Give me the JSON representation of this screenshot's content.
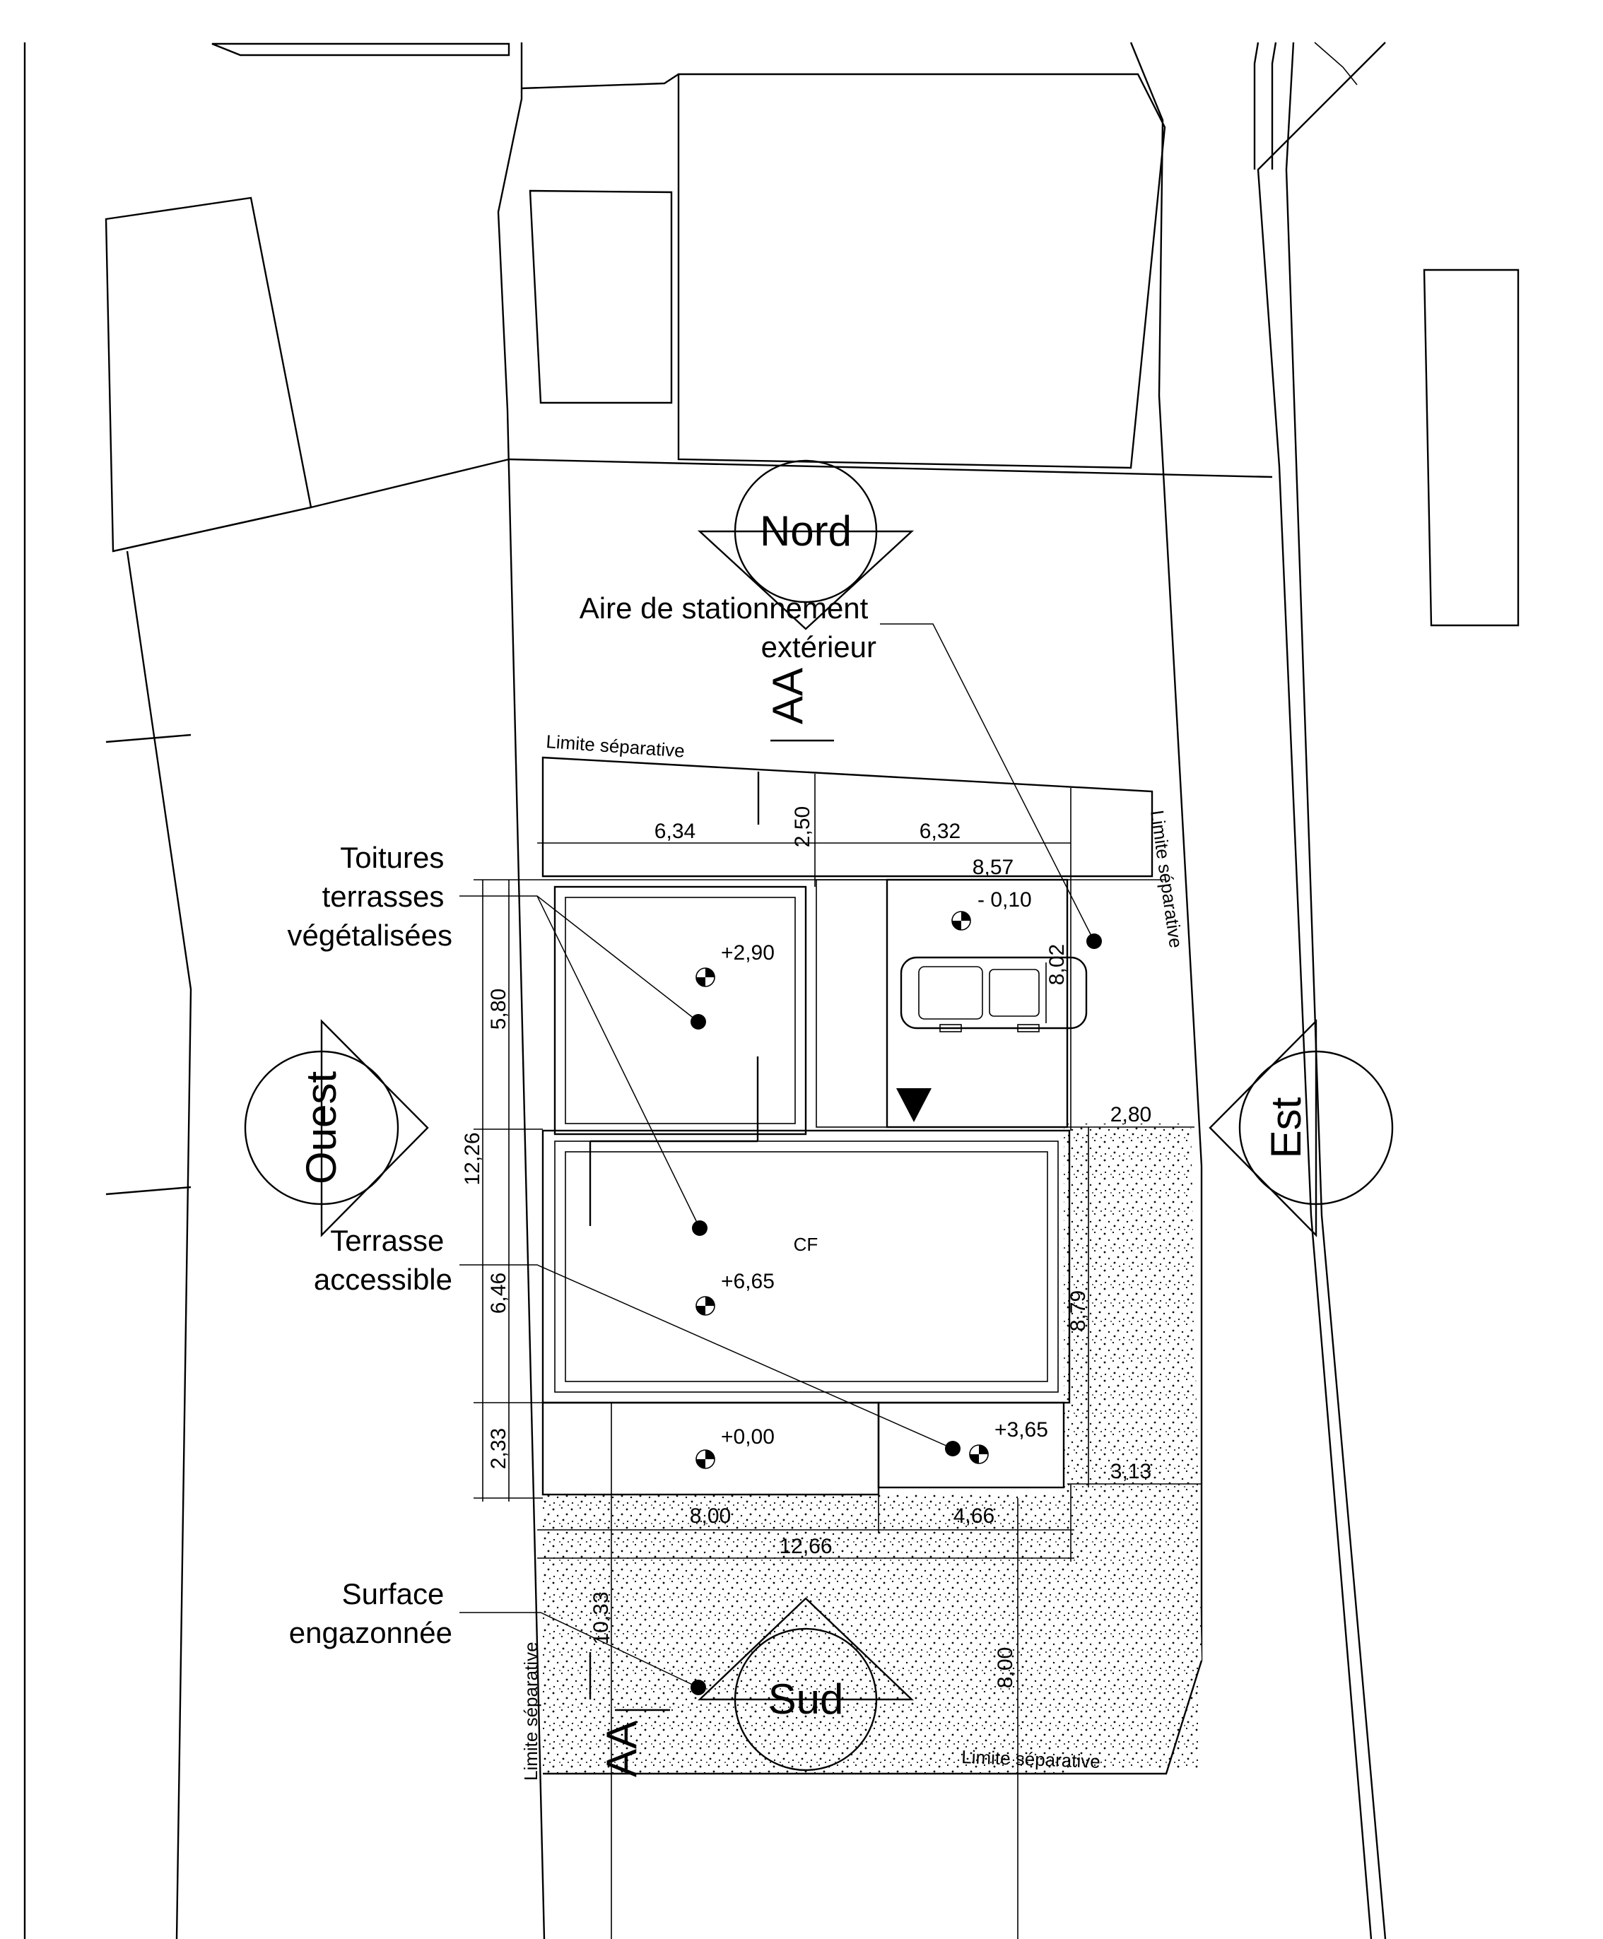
{
  "orientation": {
    "north": "Nord",
    "south": "Sud",
    "east": "Est",
    "west": "Ouest"
  },
  "section_marks": [
    "AA",
    "AA"
  ],
  "labels": {
    "parking": [
      "Aire de stationnement",
      "extérieur"
    ],
    "roofs": [
      "Toitures",
      "terrasses",
      "végétalisées"
    ],
    "terrace": [
      "Terrasse",
      "accessible"
    ],
    "lawn": [
      "Surface",
      "engazonnée"
    ],
    "boundary": "Limite séparative",
    "cf": "CF"
  },
  "levels": [
    "+2,90",
    "- 0,10",
    "+6,65",
    "+0,00",
    "+3,65"
  ],
  "dimensions": {
    "top_left": "6,34",
    "top_right": "6,32",
    "top_vertical": "2,50",
    "parking_width": "8,57",
    "parking_depth": "8,02",
    "left_upper": "5,80",
    "left_total": "12,26",
    "left_lower": "6,46",
    "left_bottom": "2,33",
    "east_top": "2,80",
    "east_height": "8,79",
    "east_bottom": "3,13",
    "bottom_left": "8,00",
    "bottom_right": "4,66",
    "bottom_total": "12,66",
    "south_left": "10,33",
    "south_right": "8,00"
  },
  "colors": {
    "ink": "#000000",
    "paper": "#ffffff",
    "roof_grey": "#c6c6c6",
    "path_grey": "#bdbdbd"
  }
}
